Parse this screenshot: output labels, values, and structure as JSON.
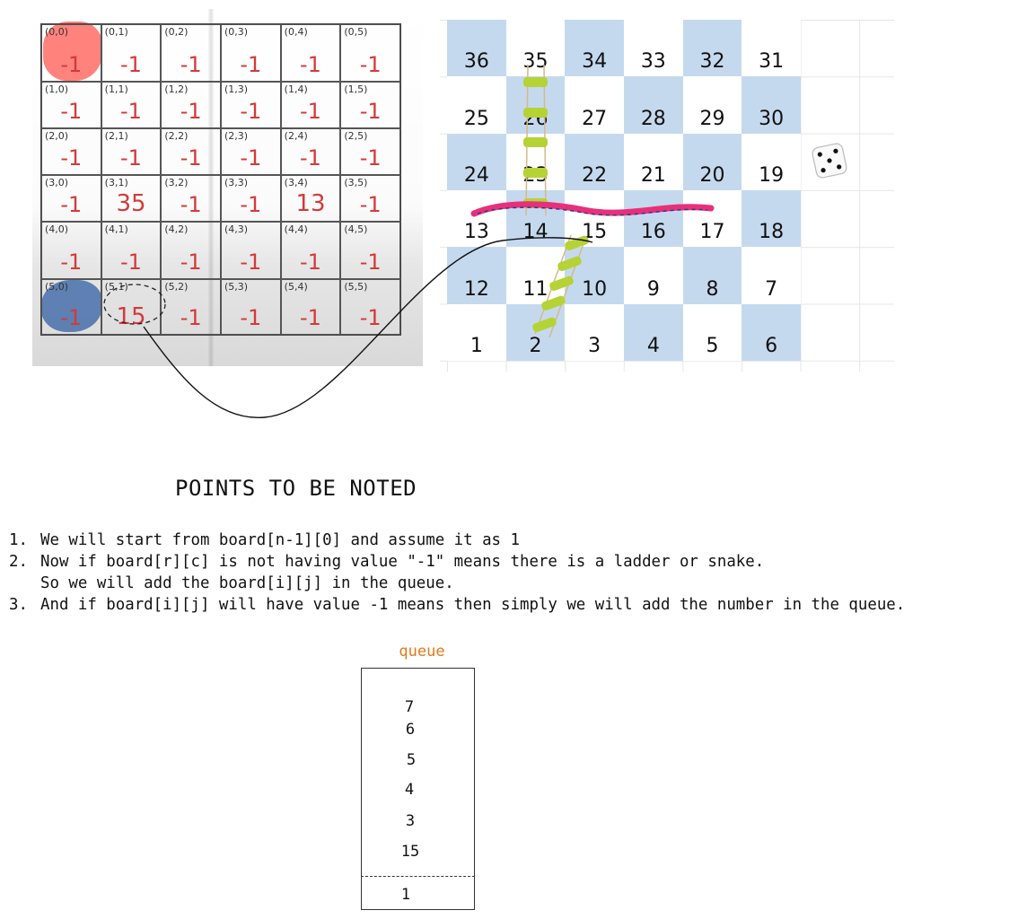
{
  "handwritten_board": {
    "rows": [
      [
        {
          "coord": "(0,0)",
          "value": "-1"
        },
        {
          "coord": "(0,1)",
          "value": "-1"
        },
        {
          "coord": "(0,2)",
          "value": "-1"
        },
        {
          "coord": "(0,3)",
          "value": "-1"
        },
        {
          "coord": "(0,4)",
          "value": "-1"
        },
        {
          "coord": "(0,5)",
          "value": "-1"
        }
      ],
      [
        {
          "coord": "(1,0)",
          "value": "-1"
        },
        {
          "coord": "(1,1)",
          "value": "-1"
        },
        {
          "coord": "(1,2)",
          "value": "-1"
        },
        {
          "coord": "(1,3)",
          "value": "-1"
        },
        {
          "coord": "(1,4)",
          "value": "-1"
        },
        {
          "coord": "(1,5)",
          "value": "-1"
        }
      ],
      [
        {
          "coord": "(2,0)",
          "value": "-1"
        },
        {
          "coord": "(2,1)",
          "value": "-1"
        },
        {
          "coord": "(2,2)",
          "value": "-1"
        },
        {
          "coord": "(2,3)",
          "value": "-1"
        },
        {
          "coord": "(2,4)",
          "value": "-1"
        },
        {
          "coord": "(2,5)",
          "value": "-1"
        }
      ],
      [
        {
          "coord": "(3,0)",
          "value": "-1"
        },
        {
          "coord": "(3,1)",
          "value": "35"
        },
        {
          "coord": "(3,2)",
          "value": "-1"
        },
        {
          "coord": "(3,3)",
          "value": "-1"
        },
        {
          "coord": "(3,4)",
          "value": "13"
        },
        {
          "coord": "(3,5)",
          "value": "-1"
        }
      ],
      [
        {
          "coord": "(4,0)",
          "value": "-1"
        },
        {
          "coord": "(4,1)",
          "value": "-1"
        },
        {
          "coord": "(4,2)",
          "value": "-1"
        },
        {
          "coord": "(4,3)",
          "value": "-1"
        },
        {
          "coord": "(4,4)",
          "value": "-1"
        },
        {
          "coord": "(4,5)",
          "value": "-1"
        }
      ],
      [
        {
          "coord": "(5,0)",
          "value": "-1"
        },
        {
          "coord": "(5,1)",
          "value": "15"
        },
        {
          "coord": "(5,2)",
          "value": "-1"
        },
        {
          "coord": "(5,3)",
          "value": "-1"
        },
        {
          "coord": "(5,4)",
          "value": "-1"
        },
        {
          "coord": "(5,5)",
          "value": "-1"
        }
      ]
    ],
    "highlight_color_start": "#ff5a50",
    "highlight_color_end": "#466eaa",
    "value_color": "#d33a3a"
  },
  "game_board": {
    "rows": [
      [
        36,
        35,
        34,
        33,
        32,
        31
      ],
      [
        25,
        26,
        27,
        28,
        29,
        30
      ],
      [
        24,
        23,
        22,
        21,
        20,
        19
      ],
      [
        13,
        14,
        15,
        16,
        17,
        18
      ],
      [
        12,
        11,
        10,
        9,
        8,
        7
      ],
      [
        1,
        2,
        3,
        4,
        5,
        6
      ]
    ],
    "tile_blue": "#c5d9ee",
    "tile_white": "#ffffff",
    "ladder_color": "#b5d334",
    "snake_color": "#e8307a"
  },
  "notes": {
    "title": "POINTS TO BE NOTED",
    "items": [
      {
        "num": "1.",
        "text": "We will start from board[n-1][0] and assume it as 1",
        "cont": ""
      },
      {
        "num": "2.",
        "text": "Now if board[r][c] is not having value \"-1\" means there is a ladder or snake.",
        "cont": "So we will add the board[i][j] in the queue."
      },
      {
        "num": "3.",
        "text": "And if board[i][j] will have value -1 means then simply we will add the number in the queue.",
        "cont": ""
      }
    ]
  },
  "queue": {
    "label": "queue",
    "label_color": "#e07a1a",
    "items": [
      "7",
      "6",
      "5",
      "4",
      "3",
      "15"
    ],
    "bottom_item": "1"
  }
}
